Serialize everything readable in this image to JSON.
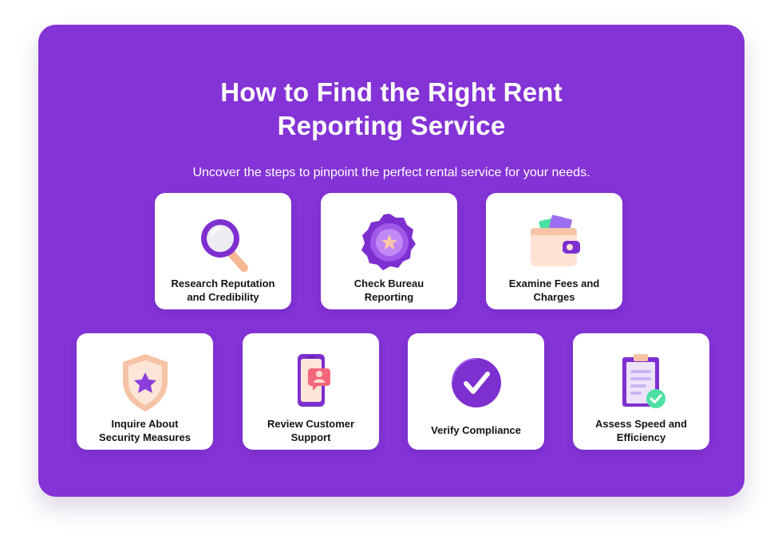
{
  "header": {
    "title_line1": "How to Find the Right Rent",
    "title_line2": "Reporting Service",
    "subtitle": "Uncover the steps to pinpoint the perfect rental service for your needs."
  },
  "cards": [
    {
      "line1": "Research Reputation",
      "line2": "and Credibility",
      "icon": "magnifier-icon"
    },
    {
      "line1": "Check Bureau",
      "line2": "Reporting",
      "icon": "badge-star-icon"
    },
    {
      "line1": "Examine Fees and",
      "line2": "Charges",
      "icon": "wallet-icon"
    },
    {
      "line1": "Inquire About",
      "line2": "Security Measures",
      "icon": "shield-star-icon"
    },
    {
      "line1": "Review Customer",
      "line2": "Support",
      "icon": "phone-support-icon"
    },
    {
      "line1": "Verify Compliance",
      "icon": "checkmark-circle-icon"
    },
    {
      "line1": "Assess Speed and",
      "line2": "Efficiency",
      "icon": "clipboard-check-icon"
    }
  ],
  "colors": {
    "background": "#8433d6",
    "card": "#ffffff",
    "accent_purple": "#7e2fd0",
    "accent_peach": "#fbc5a8",
    "accent_green": "#4de0a5"
  }
}
